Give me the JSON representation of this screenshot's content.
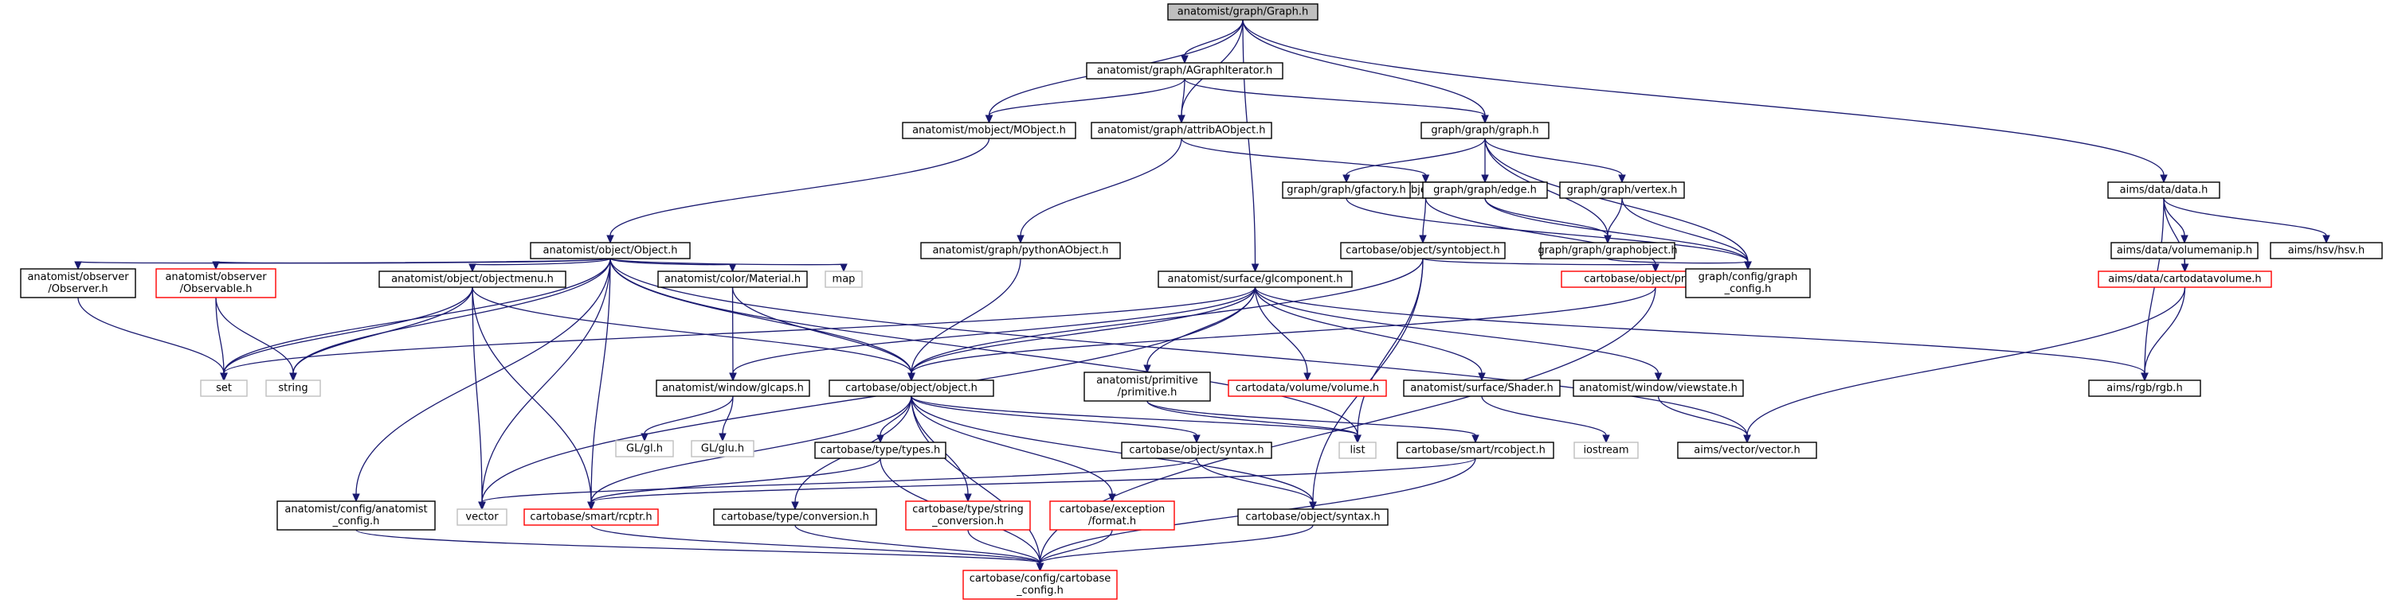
{
  "colors": {
    "edge": "#191970",
    "root_fill": "#bfbfbf",
    "normal_stroke": "#000000",
    "truncated_stroke": "#ff0000",
    "system_stroke": "#bfbfbf",
    "system_text": "#555555"
  },
  "nodes": [
    {
      "id": "n0",
      "lines": [
        "anatomist/graph/Graph.h"
      ],
      "kind": "root"
    },
    {
      "id": "n1",
      "lines": [
        "anatomist/graph/AGraphIterator.h"
      ],
      "kind": "normal"
    },
    {
      "id": "n2",
      "lines": [
        "anatomist/mobject/MObject.h"
      ],
      "kind": "normal"
    },
    {
      "id": "n3",
      "lines": [
        "anatomist/graph/attribAObject.h"
      ],
      "kind": "normal"
    },
    {
      "id": "n4",
      "lines": [
        "graph/graph/graph.h"
      ],
      "kind": "normal"
    },
    {
      "id": "n5",
      "lines": [
        "anatomist/object/Object.h"
      ],
      "kind": "normal"
    },
    {
      "id": "n6",
      "lines": [
        "cartobase/object/attributed.h"
      ],
      "kind": "normal"
    },
    {
      "id": "n7",
      "lines": [
        "graph/graph/gfactory.h"
      ],
      "kind": "normal"
    },
    {
      "id": "n8",
      "lines": [
        "graph/graph/edge.h"
      ],
      "kind": "normal"
    },
    {
      "id": "n9",
      "lines": [
        "graph/graph/vertex.h"
      ],
      "kind": "normal"
    },
    {
      "id": "n10",
      "lines": [
        "aims/data/data.h"
      ],
      "kind": "normal"
    },
    {
      "id": "n11",
      "lines": [
        "anatomist/graph/pythonAObject.h"
      ],
      "kind": "normal"
    },
    {
      "id": "n12",
      "lines": [
        "cartobase/object/syntobject.h"
      ],
      "kind": "normal"
    },
    {
      "id": "n13",
      "lines": [
        "graph/graph/graphobject.h"
      ],
      "kind": "normal"
    },
    {
      "id": "n14",
      "lines": [
        "aims/data/volumemanip.h"
      ],
      "kind": "normal"
    },
    {
      "id": "n15",
      "lines": [
        "aims/hsv/hsv.h"
      ],
      "kind": "normal"
    },
    {
      "id": "n16",
      "lines": [
        "anatomist/observer",
        "/Observer.h"
      ],
      "kind": "normal"
    },
    {
      "id": "n17",
      "lines": [
        "anatomist/observer",
        "/Observable.h"
      ],
      "kind": "truncated"
    },
    {
      "id": "n18",
      "lines": [
        "anatomist/object/objectmenu.h"
      ],
      "kind": "normal"
    },
    {
      "id": "n19",
      "lines": [
        "anatomist/color/Material.h"
      ],
      "kind": "normal"
    },
    {
      "id": "n20",
      "lines": [
        "map"
      ],
      "kind": "system"
    },
    {
      "id": "n21",
      "lines": [
        "anatomist/surface/glcomponent.h"
      ],
      "kind": "normal"
    },
    {
      "id": "n22",
      "lines": [
        "cartobase/object/property.h"
      ],
      "kind": "truncated"
    },
    {
      "id": "n23",
      "lines": [
        "graph/config/graph",
        "_config.h"
      ],
      "kind": "normal"
    },
    {
      "id": "n24",
      "lines": [
        "aims/data/cartodatavolume.h"
      ],
      "kind": "truncated"
    },
    {
      "id": "n25",
      "lines": [
        "set"
      ],
      "kind": "system"
    },
    {
      "id": "n26",
      "lines": [
        "string"
      ],
      "kind": "system"
    },
    {
      "id": "n27",
      "lines": [
        "anatomist/window/glcaps.h"
      ],
      "kind": "normal"
    },
    {
      "id": "n28",
      "lines": [
        "cartobase/object/object.h"
      ],
      "kind": "normal"
    },
    {
      "id": "n29",
      "lines": [
        "anatomist/primitive",
        "/primitive.h"
      ],
      "kind": "normal"
    },
    {
      "id": "n30",
      "lines": [
        "cartodata/volume/volume.h"
      ],
      "kind": "truncated"
    },
    {
      "id": "n31",
      "lines": [
        "anatomist/surface/Shader.h"
      ],
      "kind": "normal"
    },
    {
      "id": "n32",
      "lines": [
        "anatomist/window/viewstate.h"
      ],
      "kind": "normal"
    },
    {
      "id": "n33",
      "lines": [
        "aims/rgb/rgb.h"
      ],
      "kind": "normal"
    },
    {
      "id": "n34",
      "lines": [
        "GL/gl.h"
      ],
      "kind": "system"
    },
    {
      "id": "n35",
      "lines": [
        "GL/glu.h"
      ],
      "kind": "system"
    },
    {
      "id": "n36",
      "lines": [
        "cartobase/type/types.h"
      ],
      "kind": "normal"
    },
    {
      "id": "n37",
      "lines": [
        "cartobase/object/syntax.h"
      ],
      "kind": "normal"
    },
    {
      "id": "n38",
      "lines": [
        "list"
      ],
      "kind": "system"
    },
    {
      "id": "n39",
      "lines": [
        "cartobase/smart/rcobject.h"
      ],
      "kind": "normal"
    },
    {
      "id": "n40",
      "lines": [
        "iostream"
      ],
      "kind": "system"
    },
    {
      "id": "n41",
      "lines": [
        "aims/vector/vector.h"
      ],
      "kind": "normal"
    },
    {
      "id": "n42",
      "lines": [
        "anatomist/config/anatomist",
        "_config.h"
      ],
      "kind": "normal"
    },
    {
      "id": "n43",
      "lines": [
        "vector"
      ],
      "kind": "system"
    },
    {
      "id": "n44",
      "lines": [
        "cartobase/smart/rcptr.h"
      ],
      "kind": "truncated"
    },
    {
      "id": "n45",
      "lines": [
        "cartobase/type/conversion.h"
      ],
      "kind": "normal"
    },
    {
      "id": "n46",
      "lines": [
        "cartobase/type/string",
        "_conversion.h"
      ],
      "kind": "truncated"
    },
    {
      "id": "n47",
      "lines": [
        "cartobase/exception",
        "/format.h"
      ],
      "kind": "truncated"
    },
    {
      "id": "n48",
      "lines": [
        "cartobase/object/syntax.h"
      ],
      "kind": "normal"
    },
    {
      "id": "n49",
      "lines": [
        "cartobase/config/cartobase",
        "_config.h"
      ],
      "kind": "truncated"
    }
  ],
  "edges": [
    [
      "n0",
      "n1"
    ],
    [
      "n0",
      "n2"
    ],
    [
      "n0",
      "n3"
    ],
    [
      "n0",
      "n4"
    ],
    [
      "n0",
      "n21"
    ],
    [
      "n0",
      "n10"
    ],
    [
      "n1",
      "n2"
    ],
    [
      "n1",
      "n3"
    ],
    [
      "n1",
      "n4"
    ],
    [
      "n2",
      "n5"
    ],
    [
      "n3",
      "n11"
    ],
    [
      "n3",
      "n6"
    ],
    [
      "n4",
      "n7"
    ],
    [
      "n4",
      "n8"
    ],
    [
      "n4",
      "n9"
    ],
    [
      "n4",
      "n13"
    ],
    [
      "n4",
      "n23"
    ],
    [
      "n5",
      "n16"
    ],
    [
      "n5",
      "n17"
    ],
    [
      "n5",
      "n18"
    ],
    [
      "n5",
      "n19"
    ],
    [
      "n5",
      "n20"
    ],
    [
      "n5",
      "n25"
    ],
    [
      "n5",
      "n26"
    ],
    [
      "n5",
      "n42"
    ],
    [
      "n5",
      "n43"
    ],
    [
      "n5",
      "n44"
    ],
    [
      "n5",
      "n28"
    ],
    [
      "n5",
      "n38"
    ],
    [
      "n5",
      "n41"
    ],
    [
      "n6",
      "n12"
    ],
    [
      "n6",
      "n22"
    ],
    [
      "n7",
      "n23"
    ],
    [
      "n8",
      "n13"
    ],
    [
      "n8",
      "n23"
    ],
    [
      "n9",
      "n13"
    ],
    [
      "n9",
      "n23"
    ],
    [
      "n10",
      "n14"
    ],
    [
      "n10",
      "n15"
    ],
    [
      "n10",
      "n24"
    ],
    [
      "n10",
      "n33"
    ],
    [
      "n11",
      "n28"
    ],
    [
      "n12",
      "n22"
    ],
    [
      "n12",
      "n28"
    ],
    [
      "n12",
      "n38"
    ],
    [
      "n12",
      "n48"
    ],
    [
      "n13",
      "n23"
    ],
    [
      "n14",
      "n24"
    ],
    [
      "n16",
      "n25"
    ],
    [
      "n17",
      "n25"
    ],
    [
      "n17",
      "n26"
    ],
    [
      "n18",
      "n25"
    ],
    [
      "n18",
      "n26"
    ],
    [
      "n18",
      "n43"
    ],
    [
      "n18",
      "n44"
    ],
    [
      "n18",
      "n28"
    ],
    [
      "n19",
      "n27"
    ],
    [
      "n19",
      "n28"
    ],
    [
      "n21",
      "n25"
    ],
    [
      "n21",
      "n27"
    ],
    [
      "n21",
      "n28"
    ],
    [
      "n21",
      "n29"
    ],
    [
      "n21",
      "n30"
    ],
    [
      "n21",
      "n31"
    ],
    [
      "n21",
      "n32"
    ],
    [
      "n21",
      "n33"
    ],
    [
      "n21",
      "n43"
    ],
    [
      "n22",
      "n28"
    ],
    [
      "n22",
      "n49"
    ],
    [
      "n24",
      "n33"
    ],
    [
      "n24",
      "n41"
    ],
    [
      "n27",
      "n34"
    ],
    [
      "n27",
      "n35"
    ],
    [
      "n28",
      "n36"
    ],
    [
      "n28",
      "n37"
    ],
    [
      "n28",
      "n44"
    ],
    [
      "n28",
      "n45"
    ],
    [
      "n28",
      "n46"
    ],
    [
      "n28",
      "n47"
    ],
    [
      "n28",
      "n49"
    ],
    [
      "n28",
      "n48"
    ],
    [
      "n28",
      "n38"
    ],
    [
      "n29",
      "n38"
    ],
    [
      "n29",
      "n39"
    ],
    [
      "n31",
      "n40"
    ],
    [
      "n32",
      "n41"
    ],
    [
      "n36",
      "n44"
    ],
    [
      "n36",
      "n49"
    ],
    [
      "n37",
      "n48"
    ],
    [
      "n37",
      "n43"
    ],
    [
      "n39",
      "n44"
    ],
    [
      "n39",
      "n49"
    ],
    [
      "n42",
      "n49"
    ],
    [
      "n44",
      "n49"
    ],
    [
      "n45",
      "n49"
    ],
    [
      "n46",
      "n49"
    ],
    [
      "n47",
      "n49"
    ],
    [
      "n48",
      "n49"
    ]
  ]
}
